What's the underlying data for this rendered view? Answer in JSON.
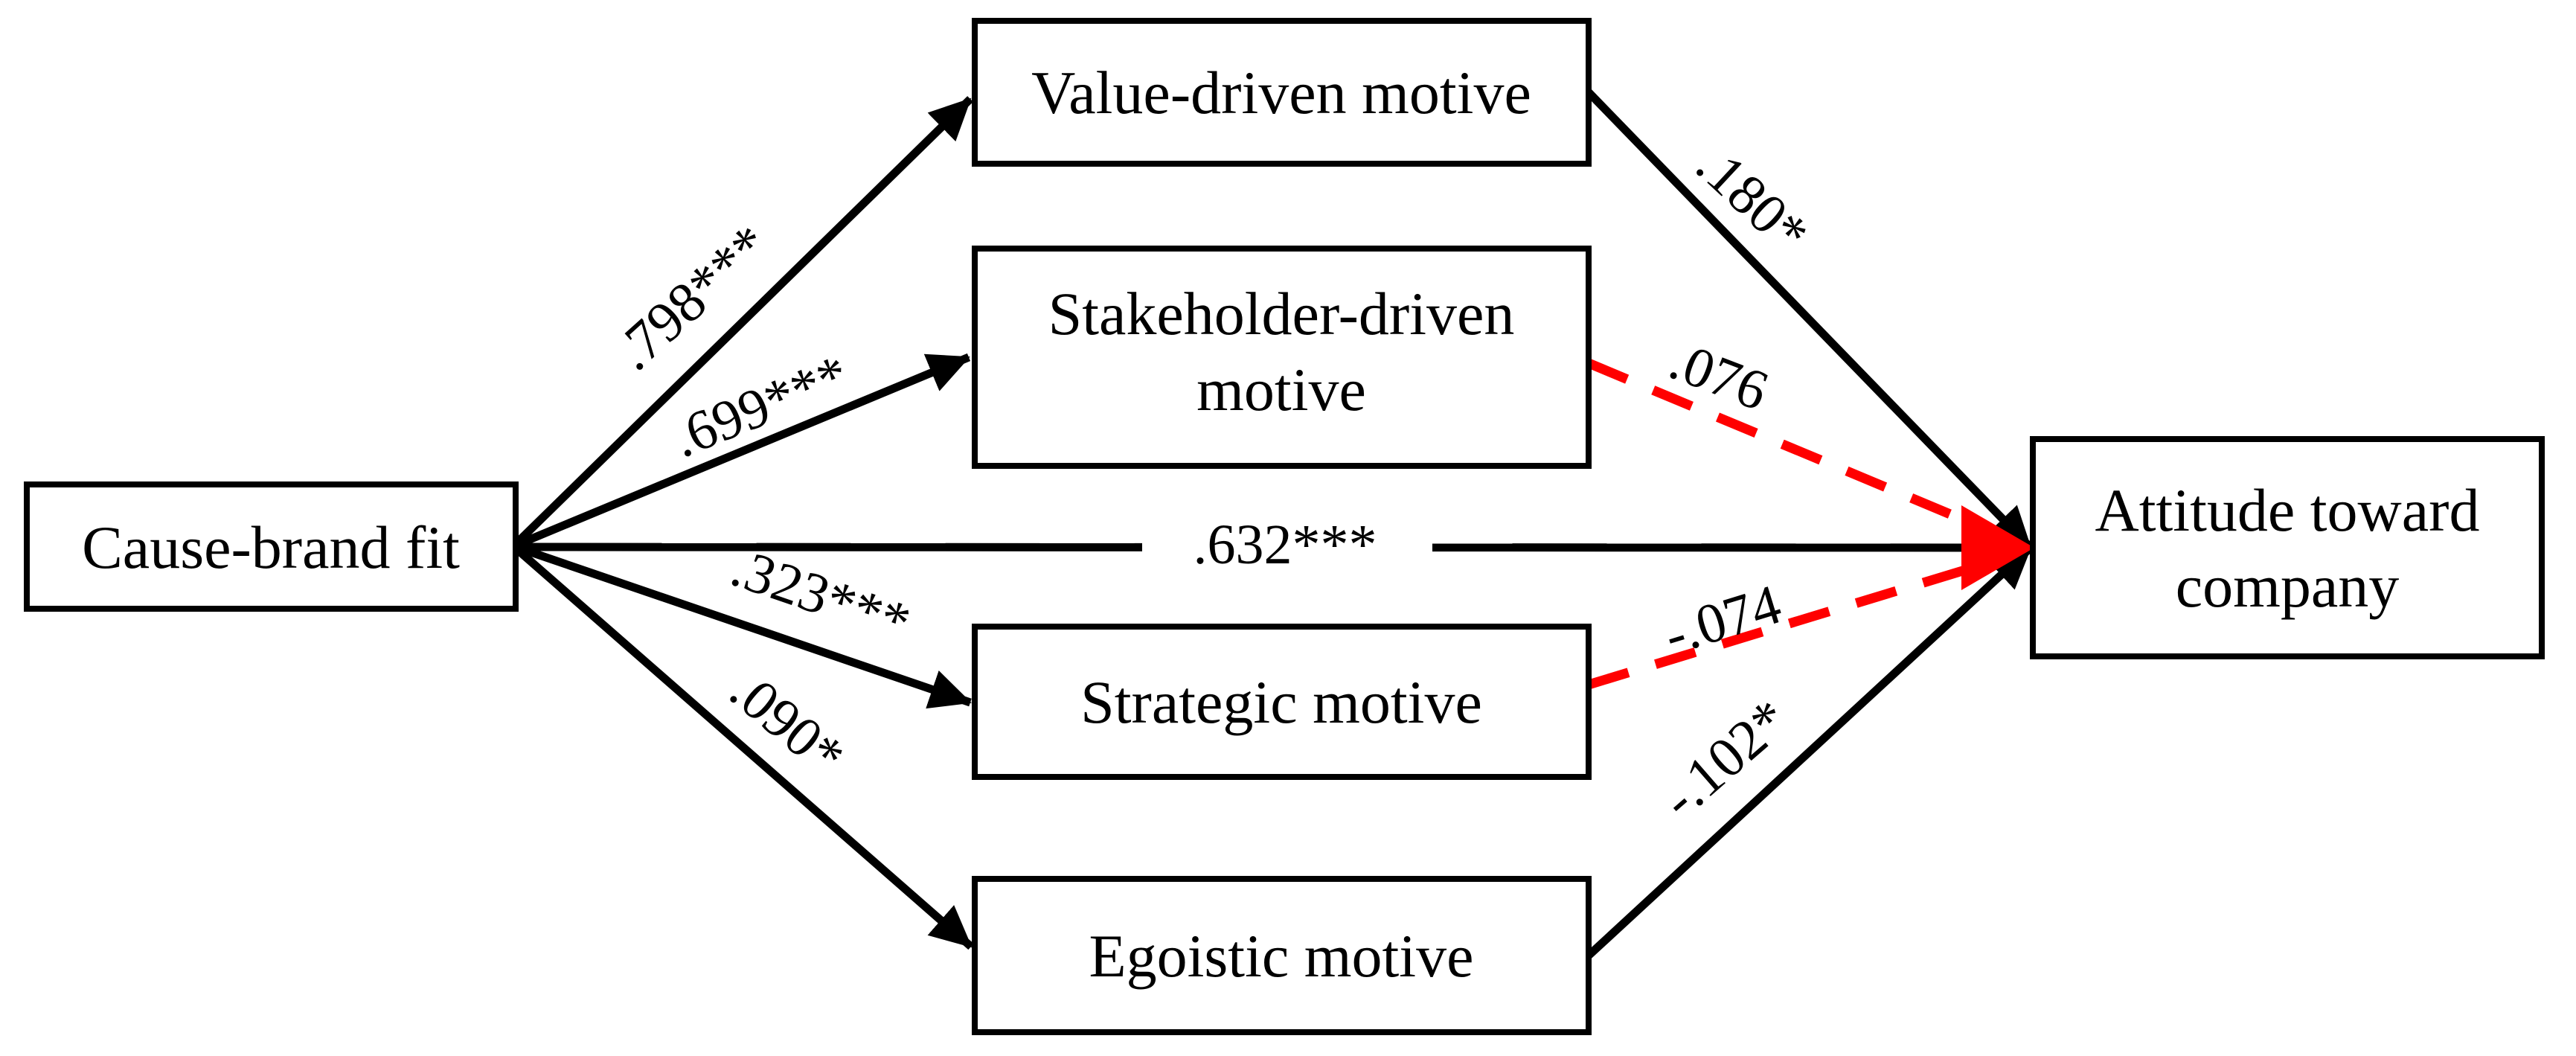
{
  "figure": {
    "type": "path-diagram",
    "description": "Mediation model: cause-brand fit, CSR motives, attitude toward company",
    "background": "#ffffff"
  },
  "colors": {
    "black": "#000000",
    "red": "#ff0000",
    "box_fill": "#ffffff",
    "box_border": "#000000",
    "text": "#000000"
  },
  "nodes": {
    "cause_brand_fit": {
      "label": "Cause-brand fit"
    },
    "value_driven": {
      "label": "Value-driven motive"
    },
    "stakeholder_driven": {
      "label": "Stakeholder-driven motive",
      "line1": "Stakeholder-driven",
      "line2": "motive"
    },
    "strategic": {
      "label": "Strategic motive"
    },
    "egoistic": {
      "label": "Egoistic motive"
    },
    "attitude_toward_company": {
      "label": "Attitude toward company",
      "line1": "Attitude toward",
      "line2": "company"
    }
  },
  "paths": {
    "fit_to_value": {
      "from": "Cause-brand fit",
      "to": "Value-driven motive",
      "coefficient": ".798***",
      "style": "solid-black"
    },
    "fit_to_stakeholder": {
      "from": "Cause-brand fit",
      "to": "Stakeholder-driven motive",
      "coefficient": ".699***",
      "style": "solid-black"
    },
    "fit_to_attitude": {
      "from": "Cause-brand fit",
      "to": "Attitude toward company",
      "coefficient": ".632***",
      "style": "solid-black"
    },
    "fit_to_strategic": {
      "from": "Cause-brand fit",
      "to": "Strategic motive",
      "coefficient": ".323***",
      "style": "solid-black"
    },
    "fit_to_egoistic": {
      "from": "Cause-brand fit",
      "to": "Egoistic motive",
      "coefficient": ".090*",
      "style": "solid-black"
    },
    "value_to_attitude": {
      "from": "Value-driven motive",
      "to": "Attitude toward company",
      "coefficient": ".180*",
      "style": "solid-black"
    },
    "stakeholder_to_attitude": {
      "from": "Stakeholder-driven motive",
      "to": "Attitude toward company",
      "coefficient": ".076",
      "style": "dashed-red"
    },
    "strategic_to_attitude": {
      "from": "Strategic motive",
      "to": "Attitude toward company",
      "coefficient": "-.074",
      "style": "dashed-red"
    },
    "egoistic_to_attitude": {
      "from": "Egoistic motive",
      "to": "Attitude toward company",
      "coefficient": "-.102*",
      "style": "solid-black"
    }
  }
}
